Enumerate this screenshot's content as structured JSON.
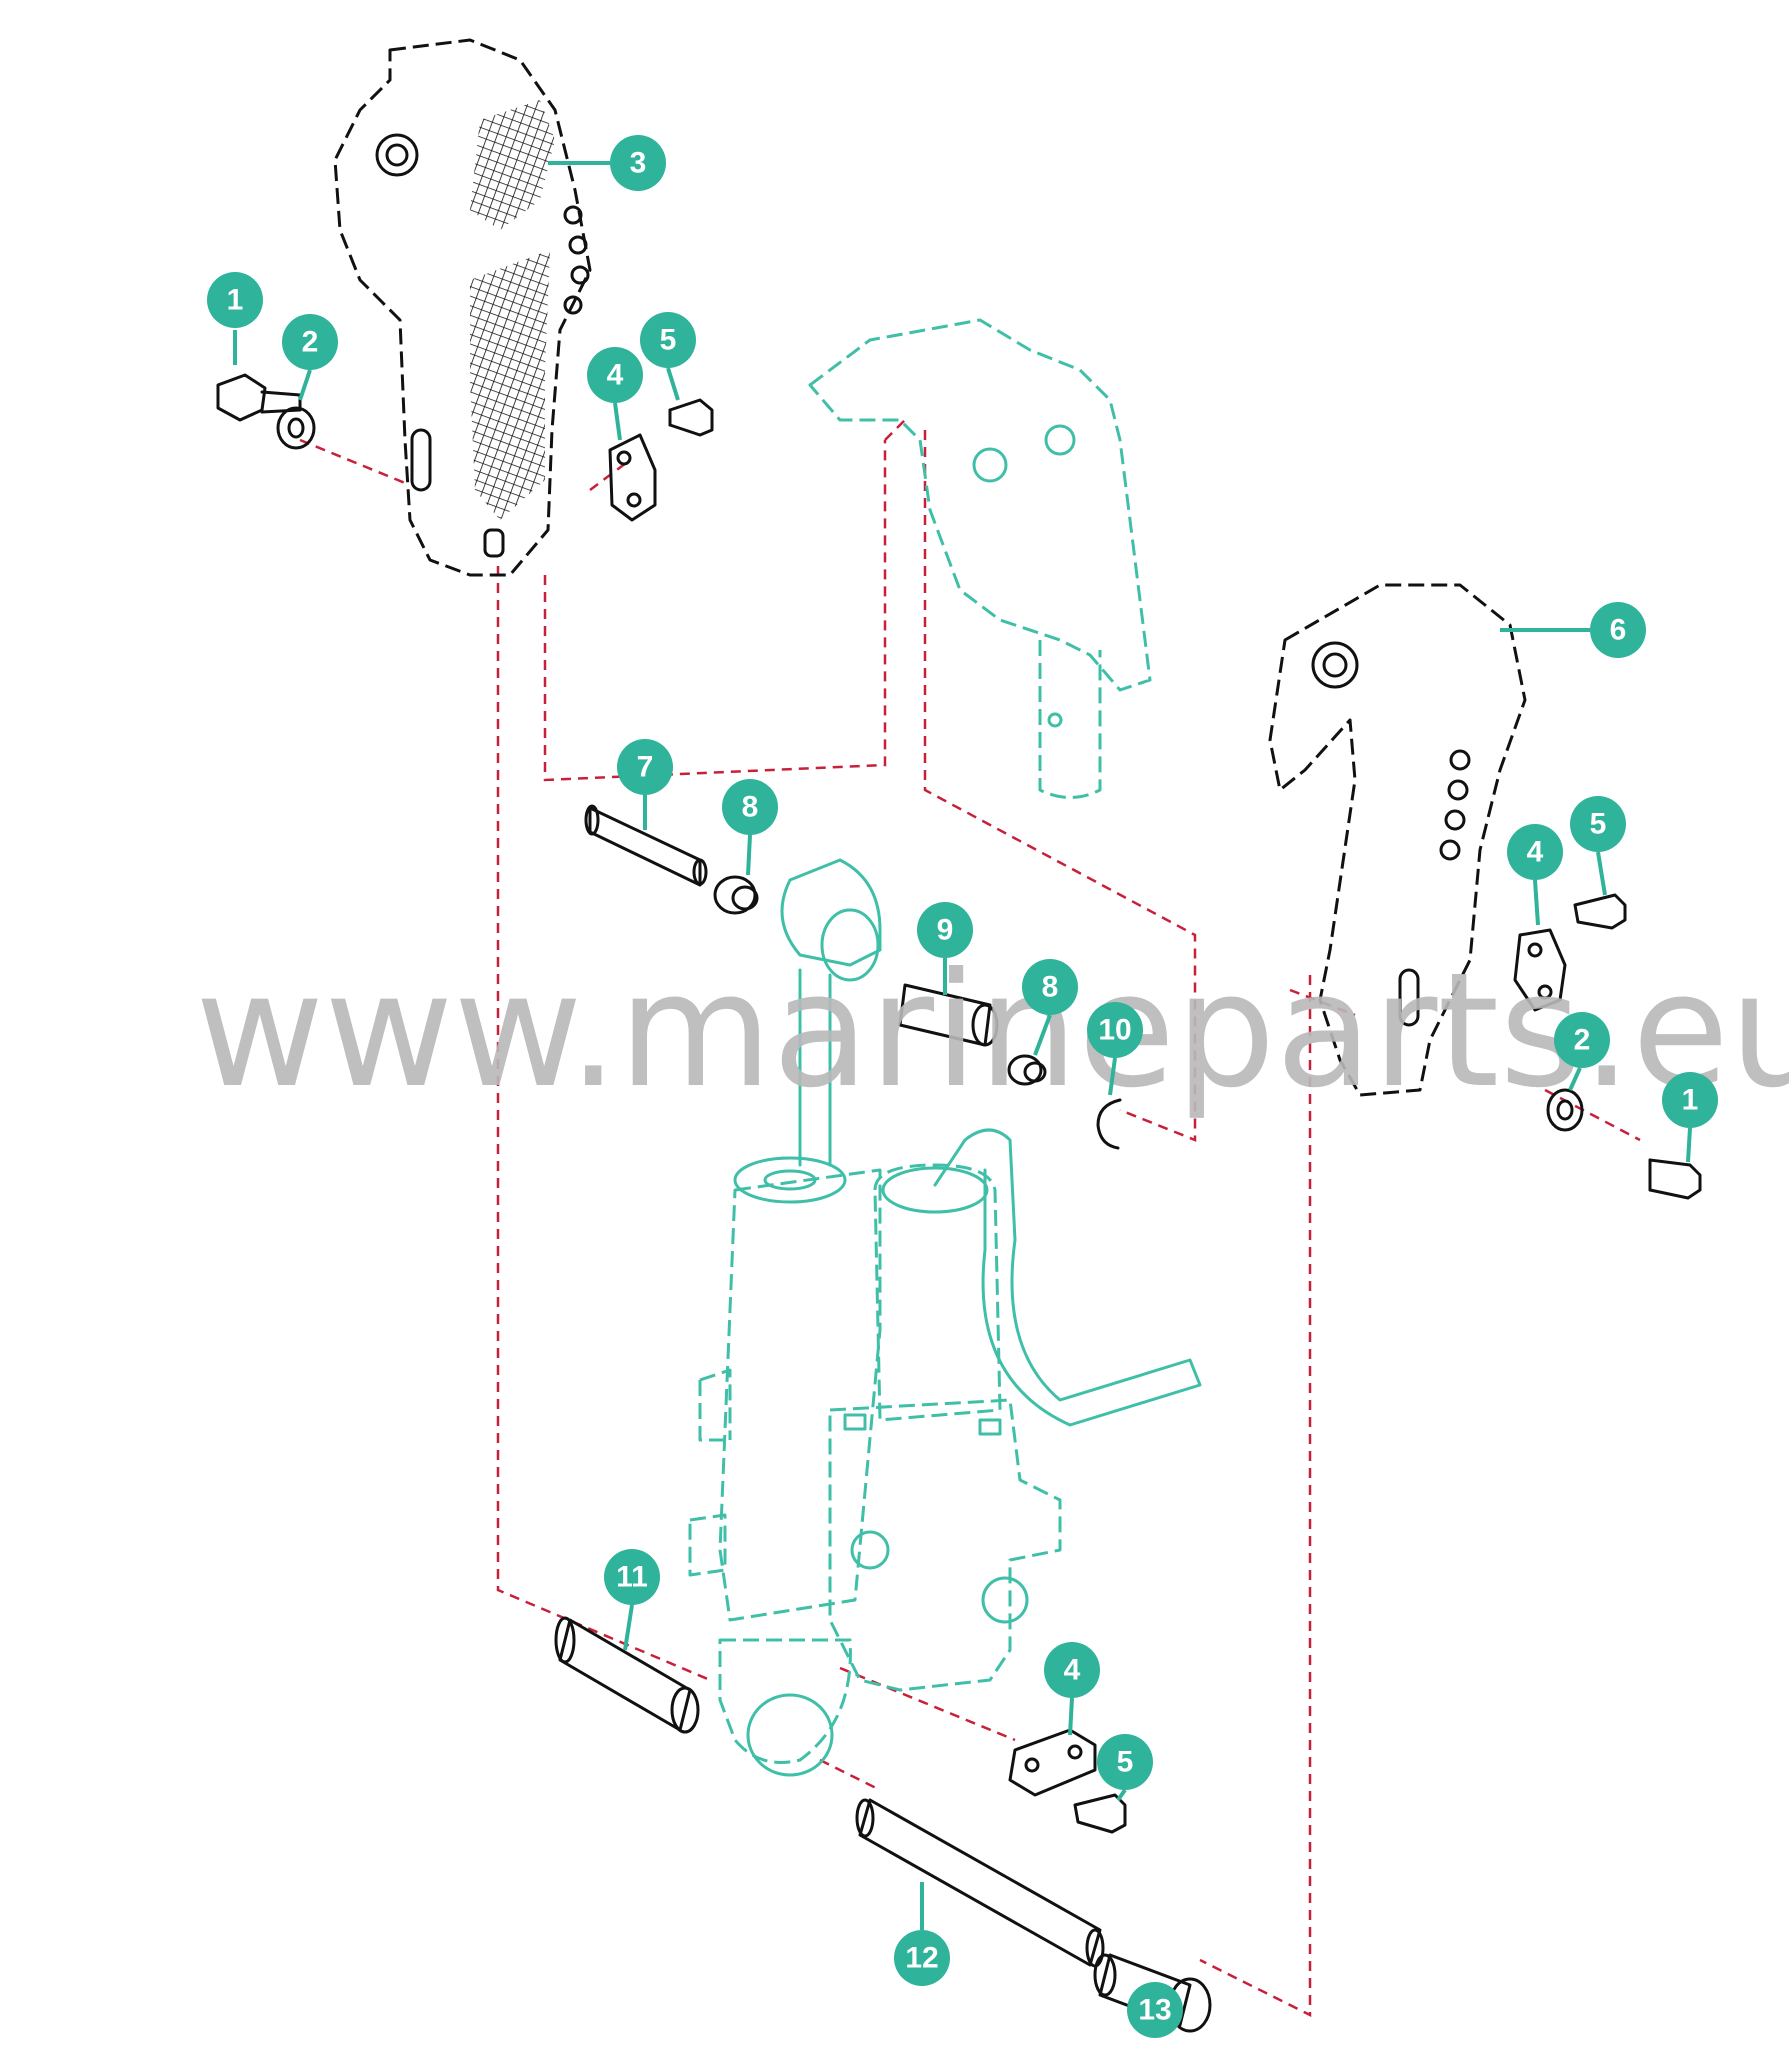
{
  "watermark": "www.marineparts.eu",
  "callouts": [
    {
      "label": "1"
    },
    {
      "label": "2"
    },
    {
      "label": "3"
    },
    {
      "label": "4"
    },
    {
      "label": "5"
    },
    {
      "label": "6"
    },
    {
      "label": "7"
    },
    {
      "label": "8"
    },
    {
      "label": "9"
    },
    {
      "label": "8"
    },
    {
      "label": "10"
    },
    {
      "label": "5"
    },
    {
      "label": "4"
    },
    {
      "label": "2"
    },
    {
      "label": "1"
    },
    {
      "label": "11"
    },
    {
      "label": "4"
    },
    {
      "label": "5"
    },
    {
      "label": "12"
    },
    {
      "label": "13"
    }
  ],
  "colors": {
    "accent": "#2fb39a",
    "reference_line": "#c8203a",
    "highlight_part": "#3fbfa8",
    "watermark": "#b9b9b9"
  }
}
